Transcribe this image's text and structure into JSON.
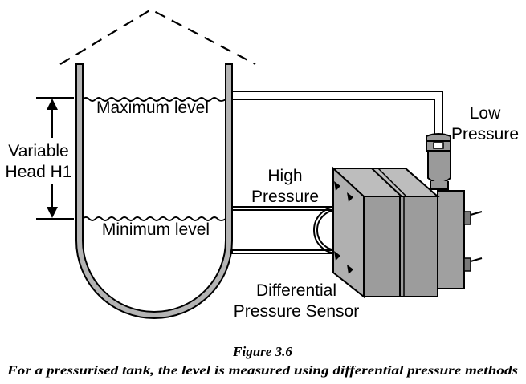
{
  "labels": {
    "max_level": "Maximum level",
    "min_level": "Minimum level",
    "variable": "Variable",
    "head": "Head H1",
    "high_1": "High",
    "high_2": "Pressure",
    "low_1": "Low",
    "low_2": "Pressure",
    "sensor_1": "Differential",
    "sensor_2": "Pressure Sensor"
  },
  "caption": {
    "figure": "Figure 3.6",
    "text": "For a pressurised tank, the level is measured using differential pressure methods"
  }
}
